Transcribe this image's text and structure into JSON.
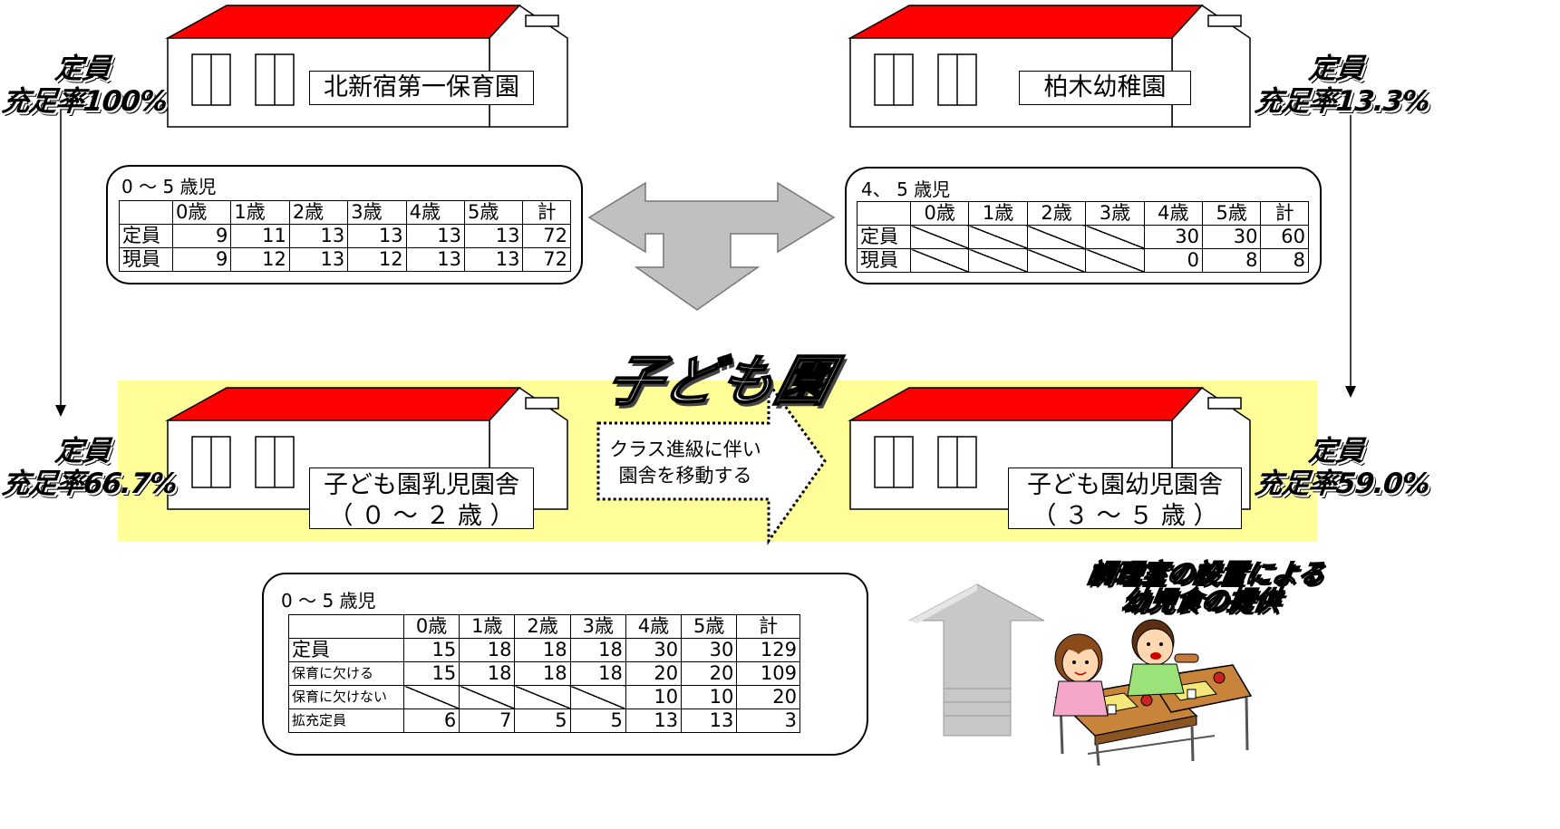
{
  "rates": {
    "top_left": {
      "line1": "定員",
      "line2": "充足率100%"
    },
    "top_right": {
      "line1": "定員",
      "line2": "充足率13.3%"
    },
    "mid_left": {
      "line1": "定員",
      "line2": "充足率66.7%"
    },
    "mid_right": {
      "line1": "定員",
      "line2": "充足率59.0%"
    }
  },
  "buildings": {
    "top_left": "北新宿第一保育園",
    "top_right": "柏木幼稚園",
    "bottom_left": {
      "line1": "子ども園乳児園舎",
      "line2": "（ ０ ～ ２ 歳 ）"
    },
    "bottom_right": {
      "line1": "子ども園幼児園舎",
      "line2": "（ ３ ～ ５ 歳 ）"
    }
  },
  "kodomoen_title": "子ども園",
  "move_note": {
    "line1": "クラス進級に伴い",
    "line2": "園舎を移動する"
  },
  "kitchen_note": {
    "line1": "調理室の設置による",
    "line2": "幼児食の提供"
  },
  "table_left": {
    "title": "0 ～ 5 歳児",
    "headers": [
      "",
      "0歳",
      "1歳",
      "2歳",
      "3歳",
      "4歳",
      "5歳",
      "計"
    ],
    "rows": [
      {
        "label": "定員",
        "values": [
          "9",
          "11",
          "13",
          "13",
          "13",
          "13",
          "72"
        ]
      },
      {
        "label": "現員",
        "values": [
          "9",
          "12",
          "13",
          "12",
          "13",
          "13",
          "72"
        ]
      }
    ]
  },
  "table_right": {
    "title": "4、 5 歳児",
    "headers": [
      "",
      "0歳",
      "1歳",
      "2歳",
      "3歳",
      "4歳",
      "5歳",
      "計"
    ],
    "rows": [
      {
        "label": "定員",
        "values": [
          "",
          "",
          "",
          "",
          "30",
          "30",
          "60"
        ]
      },
      {
        "label": "現員",
        "values": [
          "",
          "",
          "",
          "",
          "0",
          "8",
          "8"
        ]
      }
    ]
  },
  "table_bottom": {
    "title": "0 ～ 5 歳児",
    "headers": [
      "",
      "0歳",
      "1歳",
      "2歳",
      "3歳",
      "4歳",
      "5歳",
      "計"
    ],
    "rows": [
      {
        "label": "定員",
        "values": [
          "15",
          "18",
          "18",
          "18",
          "30",
          "30",
          "129"
        ]
      },
      {
        "label": "保育に欠ける",
        "values": [
          "15",
          "18",
          "18",
          "18",
          "20",
          "20",
          "109"
        ]
      },
      {
        "label": "保育に欠けない",
        "values": [
          "",
          "",
          "",
          "",
          "10",
          "10",
          "20"
        ]
      },
      {
        "label": "拡充定員",
        "values": [
          "6",
          "7",
          "5",
          "5",
          "13",
          "13",
          "3"
        ]
      }
    ]
  },
  "colors": {
    "roof": "#ff0000",
    "band": "#ffff99",
    "arrow_gray": "#c0c0c0"
  }
}
